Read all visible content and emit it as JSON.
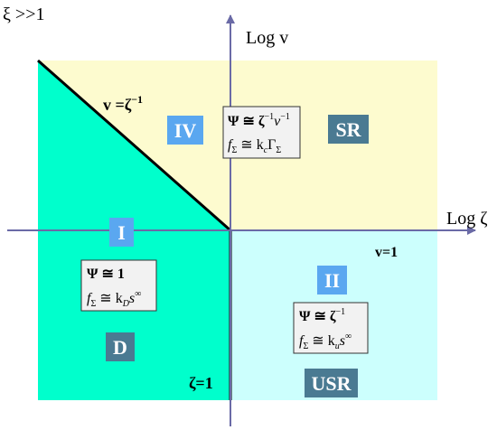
{
  "corner_label": "ξ >>1",
  "axes": {
    "y_label": "Log v",
    "x_label": "Log ζ"
  },
  "lines": {
    "diagonal": "v =ζ",
    "diagonal_exp": "−1",
    "horizontal": "v=1",
    "vertical": "ζ=1"
  },
  "regions": {
    "IV": "IV",
    "SR": "SR",
    "I": "I",
    "D": "D",
    "II": "II",
    "USR": "USR"
  },
  "equations": {
    "iv_psi": "Ψ ≅ ζ",
    "iv_psi_sup1": "−1",
    "iv_psi_v": "v",
    "iv_psi_sup2": "−1",
    "iv_f": "f",
    "iv_f_sub": "Σ",
    "iv_f_rhs": " ≅ k",
    "iv_f_rhs_sub": "c",
    "iv_f_tail": "Γ",
    "iv_f_tail_sub": "Σ",
    "i_psi": "Ψ ≅ 1",
    "i_f": "f",
    "i_f_sub": "Σ",
    "i_f_rhs": " ≅ k",
    "i_f_rhs_sub": "D",
    "i_f_tail": "s",
    "i_f_tail_sup": "∞",
    "ii_psi": "Ψ ≅ ζ",
    "ii_psi_sup": "−1",
    "ii_f": "f",
    "ii_f_sub": "Σ",
    "ii_f_rhs": " ≅ k",
    "ii_f_rhs_sub": "u",
    "ii_f_tail": "s",
    "ii_f_tail_sup": "∞"
  },
  "colors": {
    "green": "#00ffcc",
    "yellow": "#fdfbcf",
    "cyan": "#ccfffd",
    "badge_light": "#5aa7f0",
    "badge_dark": "#4a7a92",
    "axis": "#6a6aa6"
  }
}
